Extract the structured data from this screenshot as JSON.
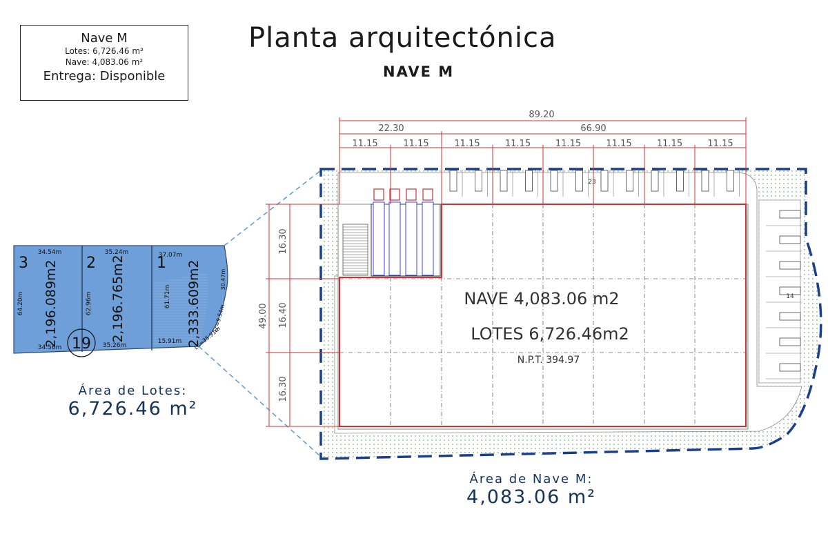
{
  "info_box": {
    "title": "Nave M",
    "lotes": "Lotes: 6,726.46 m²",
    "nave": "Nave: 4,083.06 m²",
    "entrega": "Entrega: Disponible"
  },
  "header": {
    "title": "Planta arquitectónica",
    "subtitle": "NAVE M"
  },
  "lots_map": {
    "block_number": "19",
    "color": "#6f9fd8",
    "lots": [
      {
        "number": "3",
        "area": "2,196.089m2",
        "top_edge": "34.54m",
        "bottom_edge": "34.56m",
        "side_edge": "64.20m"
      },
      {
        "number": "2",
        "area": "2,196.765m2",
        "top_edge": "35.24m",
        "bottom_edge": "35.26m",
        "side_edge": "62.96m"
      },
      {
        "number": "1",
        "area": "2,333.609m2",
        "top_edge": "37.07m",
        "bottom_edge": "15.91m",
        "side_edge": "61.71m",
        "right_edge": "30.47m",
        "arc_1": "Lc=9.54m",
        "arc_2": "Lc=35.91m"
      }
    ]
  },
  "lots_area": {
    "caption": "Área de Lotes:",
    "value": "6,726.46 m²"
  },
  "nave_area": {
    "caption": "Área de Nave M:",
    "value": "4,083.06 m²"
  },
  "plan": {
    "total_width": "89.20",
    "left_width": "22.30",
    "right_width": "66.90",
    "bay_width": "11.15",
    "total_depth": "49.00",
    "depth_1": "16.30",
    "depth_2": "16.40",
    "depth_3": "16.30",
    "nave_label": "NAVE  4,083.06 m2",
    "lotes_label": "LOTES  6,726.46m2",
    "npt_label": "N.P.T. 394.97",
    "parking_number": "23",
    "parking_number_2": "14"
  },
  "colors": {
    "dim_red": "#d32f2f",
    "boundary_blue": "#1c3f8c",
    "lot_blue": "#6f9fd8",
    "dash_light": "#5b9bd5"
  }
}
